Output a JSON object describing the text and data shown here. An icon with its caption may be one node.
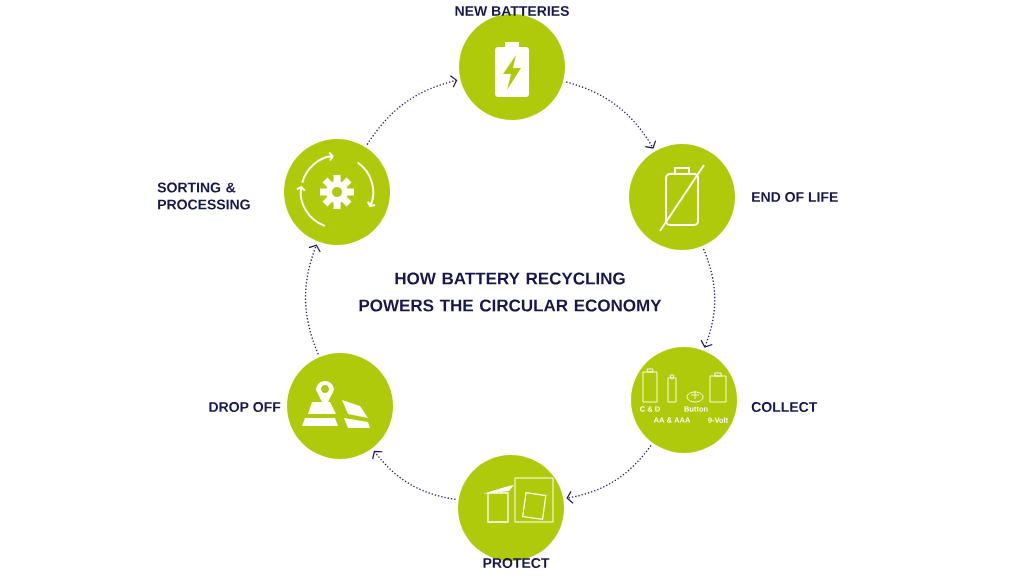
{
  "diagram": {
    "title": "HOW BATTERY RECYCLING POWERS THE CIRCULAR ECONOMY",
    "nodes": [
      {
        "text": [
          "NEW BATTERIES"
        ]
      },
      {
        "text": [
          "END OF LIFE"
        ]
      },
      {
        "text": [
          "COLLECT",
          "C & D",
          "AA & AAA",
          "Button",
          "9-Volt"
        ]
      },
      {
        "text": [
          "PROTECT"
        ]
      },
      {
        "text": [
          "DROP OFF"
        ]
      },
      {
        "text": [
          "SORTING & PROCESSING"
        ]
      }
    ],
    "edges": [
      {
        "from": 0,
        "to": 1,
        "arrow": "to"
      },
      {
        "from": 1,
        "to": 2,
        "arrow": "to"
      },
      {
        "from": 2,
        "to": 3,
        "arrow": "to"
      },
      {
        "from": 3,
        "to": 4,
        "arrow": "to"
      },
      {
        "from": 4,
        "to": 5,
        "arrow": "to"
      },
      {
        "from": 5,
        "to": 0,
        "arrow": "to"
      }
    ]
  }
}
